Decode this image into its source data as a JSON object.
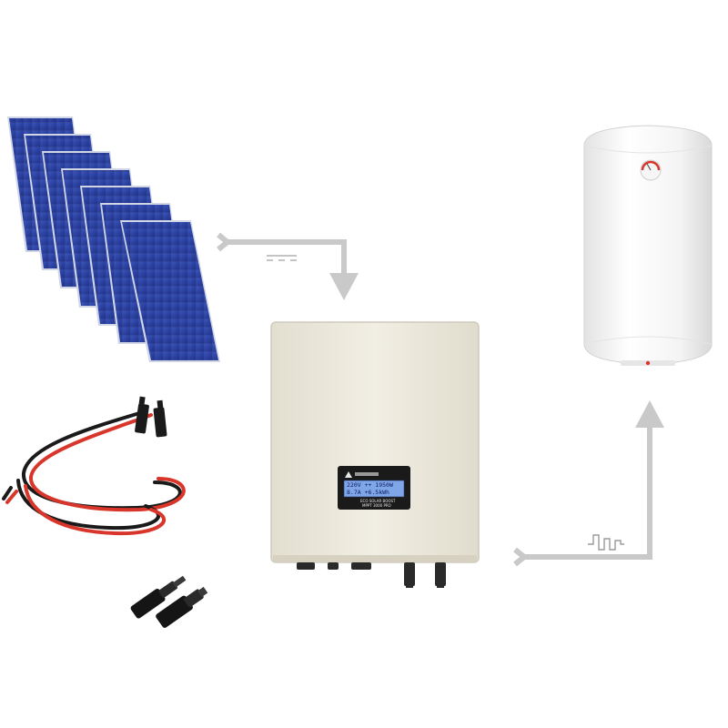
{
  "scene": {
    "panels": {
      "count": 7
    },
    "inverter": {
      "lcd_line1": "220V  ++  1950W",
      "lcd_line2": "8.7A    +6.5kWh",
      "bezel_caption_1": "ECO SOLAR BOOST",
      "bezel_caption_2": "MPPT 3000 PRO"
    },
    "colors": {
      "arrow": "#c9c9c9",
      "panel_cell": "#2a3f9e",
      "inverter_body": "#eeebdf",
      "lcd": "#7fa6e8",
      "cable_red": "#d9362b",
      "cable_black": "#1a1a1a"
    },
    "icons": {
      "dc_symbol": "dc-current-icon",
      "ac_symbol": "pwm-wave-icon"
    }
  }
}
